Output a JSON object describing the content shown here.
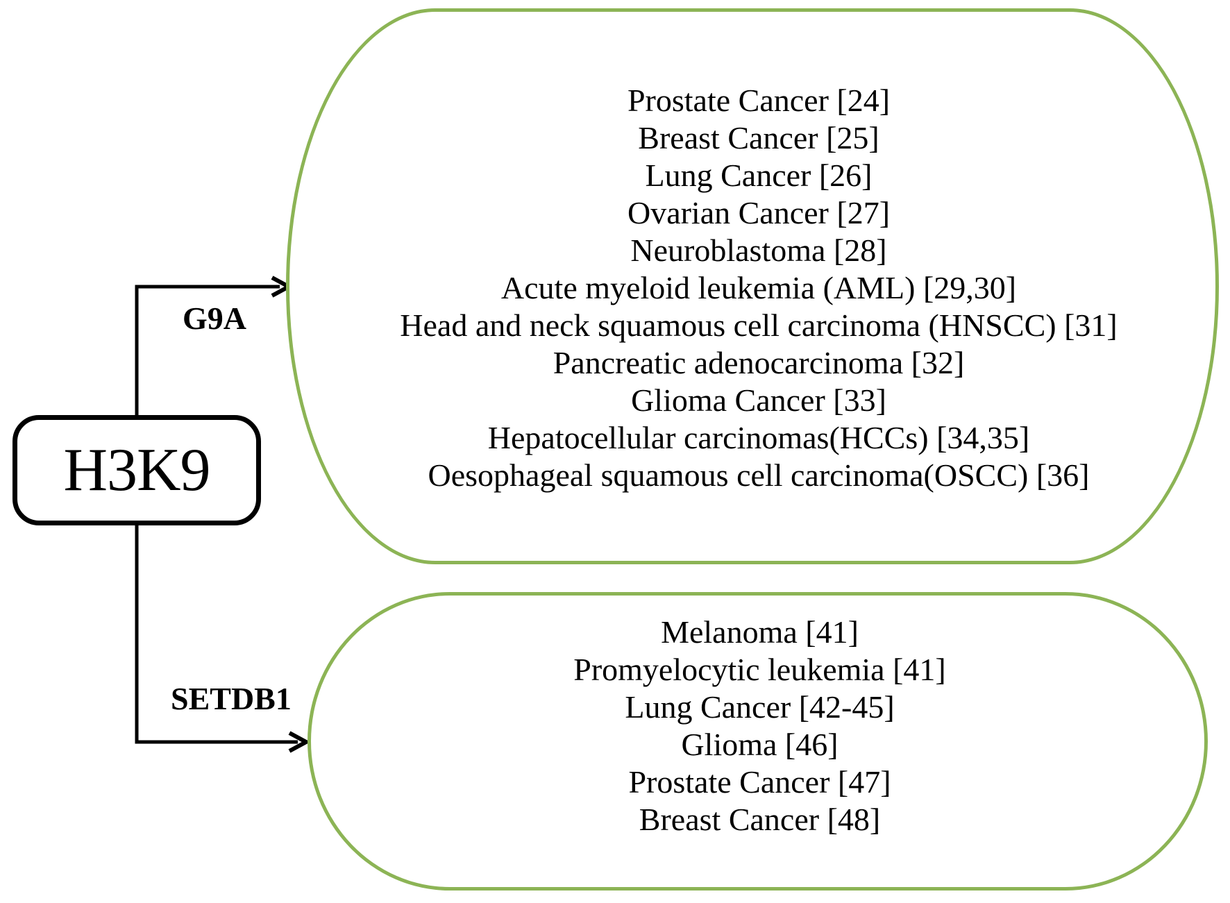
{
  "figure": {
    "root": {
      "label": "H3K9"
    },
    "pathways": [
      {
        "enzyme": "G9A",
        "cancers": [
          "Prostate Cancer [24]",
          "Breast Cancer [25]",
          "Lung Cancer [26]",
          "Ovarian Cancer [27]",
          "Neuroblastoma [28]",
          "Acute myeloid leukemia (AML) [29,30]",
          "Head and neck squamous cell carcinoma (HNSCC) [31]",
          "Pancreatic adenocarcinoma [32]",
          "Glioma Cancer [33]",
          "Hepatocellular carcinomas(HCCs) [34,35]",
          "Oesophageal squamous cell carcinoma(OSCC) [36]"
        ]
      },
      {
        "enzyme": "SETDB1",
        "cancers": [
          "Melanoma [41]",
          "Promyelocytic leukemia [41]",
          "Lung Cancer [42-45]",
          "Glioma [46]",
          "Prostate Cancer [47]",
          "Breast Cancer [48]"
        ]
      }
    ],
    "colors": {
      "green_border": "#8cb455",
      "line": "#000000",
      "node_border": "#000000",
      "text": "#000000"
    }
  }
}
